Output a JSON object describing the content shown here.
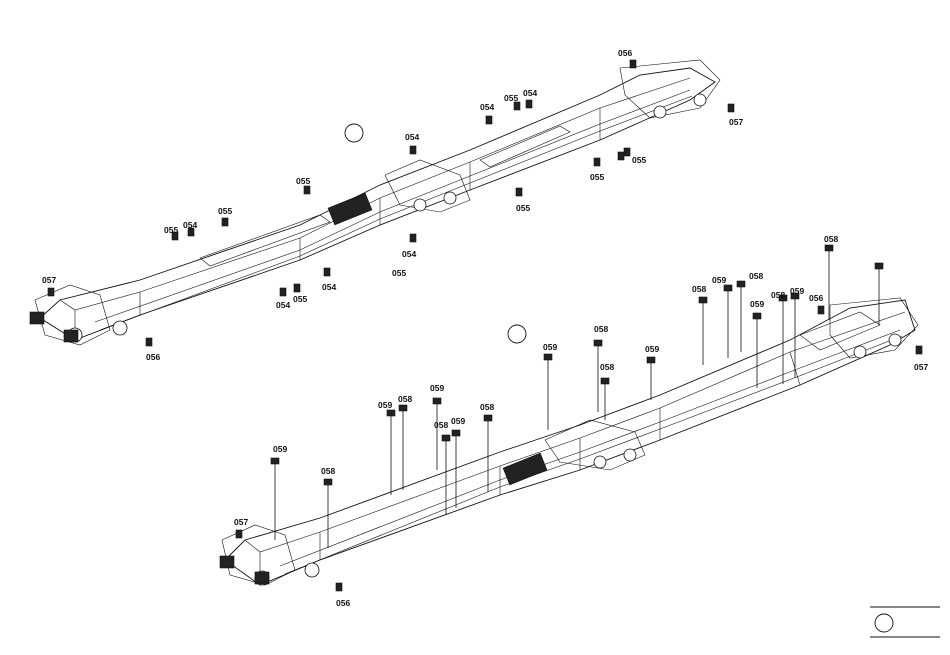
{
  "callouts_upper": [
    {
      "code": "054"
    },
    {
      "code": "054"
    },
    {
      "code": "054"
    },
    {
      "code": "054"
    },
    {
      "code": "054"
    },
    {
      "code": "054"
    },
    {
      "code": "054"
    },
    {
      "code": "055"
    },
    {
      "code": "055"
    },
    {
      "code": "055"
    },
    {
      "code": "055"
    },
    {
      "code": "055"
    },
    {
      "code": "055"
    },
    {
      "code": "055"
    },
    {
      "code": "055"
    },
    {
      "code": "055"
    },
    {
      "code": "056"
    },
    {
      "code": "056"
    },
    {
      "code": "057"
    },
    {
      "code": "057"
    }
  ],
  "callouts_lower": [
    {
      "code": "056"
    },
    {
      "code": "056"
    },
    {
      "code": "057"
    },
    {
      "code": "057"
    },
    {
      "code": "058"
    },
    {
      "code": "058"
    },
    {
      "code": "058"
    },
    {
      "code": "058"
    },
    {
      "code": "058"
    },
    {
      "code": "058"
    },
    {
      "code": "058"
    },
    {
      "code": "058"
    },
    {
      "code": "058"
    },
    {
      "code": "058"
    },
    {
      "code": "059"
    },
    {
      "code": "059"
    },
    {
      "code": "059"
    },
    {
      "code": "059"
    },
    {
      "code": "059"
    },
    {
      "code": "059"
    },
    {
      "code": "059"
    },
    {
      "code": "059"
    },
    {
      "code": "059"
    }
  ]
}
